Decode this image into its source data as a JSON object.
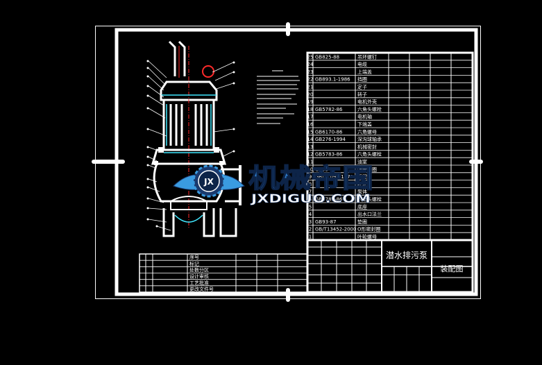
{
  "watermark": {
    "brand_cn": "机械帝国",
    "brand_en": "JXDIGUO.COM",
    "logo_letters": "JX"
  },
  "title_block": {
    "drawing_title": "潜水排污泵",
    "drawing_type": "装配图"
  },
  "bom": {
    "rows": [
      {
        "code": "GB825-88",
        "name": "吊环螺钉"
      },
      {
        "code": "",
        "name": "电缆"
      },
      {
        "code": "",
        "name": "上端盖"
      },
      {
        "code": "GB893.1-1986",
        "name": "挡圈"
      },
      {
        "code": "",
        "name": "定子"
      },
      {
        "code": "",
        "name": "转子"
      },
      {
        "code": "",
        "name": "电机外壳"
      },
      {
        "code": "GB5782-86",
        "name": "六角头螺栓"
      },
      {
        "code": "",
        "name": "电机轴"
      },
      {
        "code": "",
        "name": "下端盖"
      },
      {
        "code": "GB6170-86",
        "name": "六角螺母"
      },
      {
        "code": "GB276-1994",
        "name": "深沟球轴承"
      },
      {
        "code": "",
        "name": "机械密封"
      },
      {
        "code": "GB5783-86",
        "name": "六角头螺栓"
      },
      {
        "code": "",
        "name": "油室"
      },
      {
        "code": "GB93-87",
        "name": "弹簧垫圈"
      },
      {
        "code": "GB/T1096-1979",
        "name": "平键"
      },
      {
        "code": "",
        "name": "叶轮"
      },
      {
        "code": "",
        "name": "泵体"
      },
      {
        "code": "GB5782-86",
        "name": "六角头螺栓"
      },
      {
        "code": "",
        "name": "底座"
      },
      {
        "code": "",
        "name": "出水口法兰"
      },
      {
        "code": "GB93-87",
        "name": "垫圈"
      },
      {
        "code": "GB/T13452-2000",
        "name": "O形密封圈"
      },
      {
        "code": "",
        "name": "叶轮螺母"
      }
    ]
  },
  "lower_table": {
    "rows": [
      "序号",
      "标记",
      "处数分区",
      "设计审核",
      "工艺批准",
      "更改文件号"
    ]
  },
  "colors": {
    "frame": "#ffffff",
    "drawing_line": "#ffffff",
    "accent_red": "#ff2a2a",
    "accent_cyan": "#40e8ff",
    "watermark_dark": "#1a3a6e",
    "watermark_light": "#3a9be0"
  }
}
